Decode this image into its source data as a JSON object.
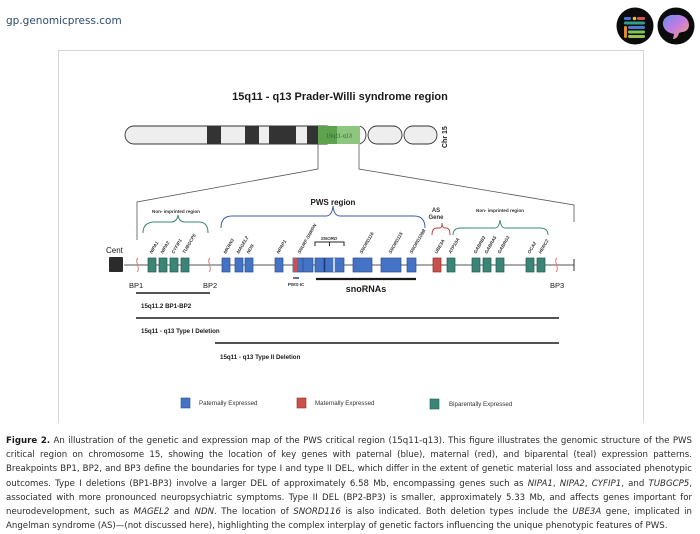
{
  "header": {
    "site_url": "gp.genomicpress.com",
    "logo_left_icon": "journal-index-logo-icon",
    "logo_right_icon": "brain-logo-icon"
  },
  "figure": {
    "title": "15q11 - q13 Prader-Willi syndrome region",
    "chromosome": {
      "label": "Chr 15",
      "highlight_label": "15q11-q13",
      "highlight_color": "#8dc77f"
    },
    "regions": {
      "non_imprinted_left": "Non- imprinted region",
      "pws_region": "PWS region",
      "as_gene": "AS\nGene",
      "as_gene_line1": "AS",
      "as_gene_line2": "Gene",
      "non_imprinted_right": "Non- imprinted region",
      "snord_bracket": "SNORD",
      "snornas": "snoRNAs",
      "pws_ic": "PWS-IC"
    },
    "markers": {
      "cent": "Cent",
      "bp1": "BP1",
      "bp2": "BP2",
      "bp3": "BP3"
    },
    "genes": [
      {
        "name": "NIPA1",
        "expression": "biparental"
      },
      {
        "name": "NIPA2",
        "expression": "biparental"
      },
      {
        "name": "CYFIP1",
        "expression": "biparental"
      },
      {
        "name": "TUBGCP5",
        "expression": "biparental"
      },
      {
        "name": "MKRN3",
        "expression": "paternal"
      },
      {
        "name": "MAGEL2",
        "expression": "paternal"
      },
      {
        "name": "NDN",
        "expression": "paternal"
      },
      {
        "name": "NPAP1",
        "expression": "paternal"
      },
      {
        "name": "SNURF-SNRPN",
        "expression": "paternal"
      },
      {
        "name": "SNORD",
        "expression": "paternal"
      },
      {
        "name": "SNORD116",
        "expression": "paternal"
      },
      {
        "name": "SNORD115",
        "expression": "paternal"
      },
      {
        "name": "SNORD109B",
        "expression": "paternal"
      },
      {
        "name": "UBE3A",
        "expression": "maternal"
      },
      {
        "name": "ATP10A",
        "expression": "biparental"
      },
      {
        "name": "GABRB3",
        "expression": "biparental"
      },
      {
        "name": "GABRA5",
        "expression": "biparental"
      },
      {
        "name": "GABRG3",
        "expression": "biparental"
      },
      {
        "name": "OCA2",
        "expression": "biparental"
      },
      {
        "name": "HERC2",
        "expression": "biparental"
      }
    ],
    "deletions": [
      {
        "label": "15q11.2 BP1-BP2",
        "from": "BP1",
        "to": "BP2"
      },
      {
        "label": "15q11 - q13 Type I Deletion",
        "from": "BP1",
        "to": "BP3"
      },
      {
        "label": "15q11 - q13 Type II Deletion",
        "from": "BP2",
        "to": "BP3"
      }
    ],
    "legend": [
      {
        "label": "Paternally Expressed",
        "color": "#4472c4",
        "key": "paternal"
      },
      {
        "label": "Maternally Expressed",
        "color": "#c9504b",
        "key": "maternal"
      },
      {
        "label": "Biparentally Expressed",
        "color": "#3b8577",
        "key": "biparental"
      }
    ]
  },
  "caption": {
    "label": "Figure 2.",
    "segments": [
      {
        "t": " An illustration of the genetic and expression map of the PWS critical region (15q11-q13). This figure illustrates the genomic structure of the PWS critical region on chromosome 15, showing the location of key genes with paternal (blue), maternal (red), and biparental (teal) expression patterns. Breakpoints BP1, BP2, and BP3 define the boundaries for type I and type II DEL, which differ in the extent of genetic material loss and associated phenotypic outcomes. Type I deletions (BP1-BP3) involve a larger DEL of approximately 6.58 Mb, encompassing genes such as ",
        "i": false
      },
      {
        "t": "NIPA1",
        "i": true
      },
      {
        "t": ", ",
        "i": false
      },
      {
        "t": "NIPA2",
        "i": true
      },
      {
        "t": ", ",
        "i": false
      },
      {
        "t": "CYFIP1",
        "i": true
      },
      {
        "t": ", and ",
        "i": false
      },
      {
        "t": "TUBGCP5",
        "i": true
      },
      {
        "t": ", associated with more pronounced neuropsychiatric symptoms. Type II DEL (BP2-BP3) is smaller, approximately 5.33 Mb, and affects genes important for neurodevelopment, such as ",
        "i": false
      },
      {
        "t": "MAGEL2",
        "i": true
      },
      {
        "t": " and ",
        "i": false
      },
      {
        "t": "NDN",
        "i": true
      },
      {
        "t": ". The location of ",
        "i": false
      },
      {
        "t": "SNORD116",
        "i": true
      },
      {
        "t": " is also indicated. Both deletion types include the ",
        "i": false
      },
      {
        "t": "UBE3A",
        "i": true
      },
      {
        "t": " gene, implicated in Angelman syndrome (AS)—(not discussed here), highlighting the complex interplay of genetic factors influencing the unique phenotypic features of PWS.",
        "i": false
      }
    ]
  }
}
